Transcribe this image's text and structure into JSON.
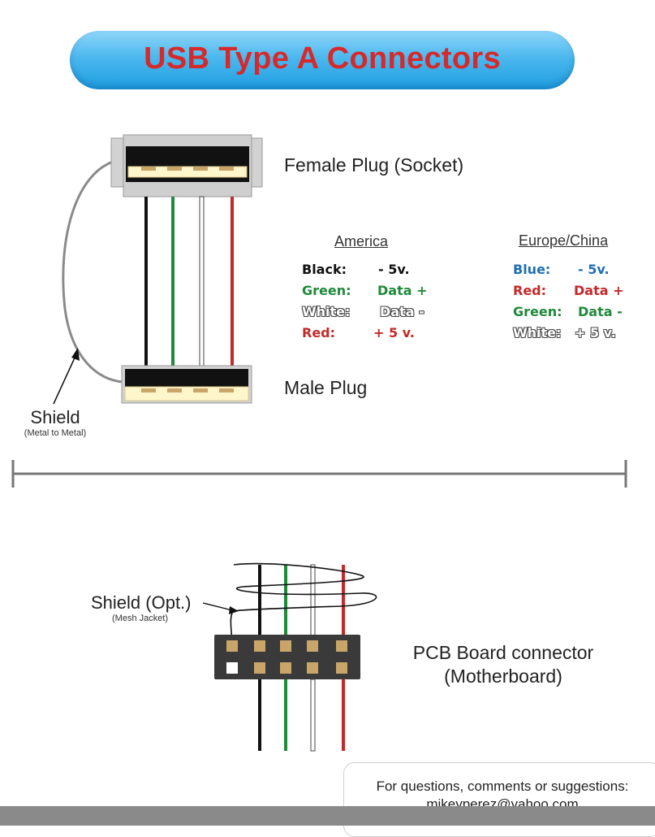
{
  "title": "USB Type A Connectors",
  "female_plug_label": "Female Plug (Socket)",
  "male_plug_label": "Male Plug",
  "shield": {
    "label": "Shield",
    "note": "(Metal to Metal)"
  },
  "america": {
    "heading": "America",
    "rows": [
      {
        "color_name": "Black:",
        "signal": "- 5v.",
        "color": "#111111"
      },
      {
        "color_name": "Green:",
        "signal": "Data +",
        "color": "#1f8a3a"
      },
      {
        "color_name": "White:",
        "signal": "Data -",
        "color": "#ffffff"
      },
      {
        "color_name": "Red:",
        "signal": "+ 5 v.",
        "color": "#c62828"
      }
    ]
  },
  "europe": {
    "heading": "Europe/China",
    "rows": [
      {
        "color_name": "Blue:",
        "signal": "- 5v.",
        "color": "#1f6fb2"
      },
      {
        "color_name": "Red:",
        "signal": "Data +",
        "color": "#c62828"
      },
      {
        "color_name": "Green:",
        "signal": "Data -",
        "color": "#1f8a3a"
      },
      {
        "color_name": "White:",
        "signal": "+ 5 v.",
        "color": "#ffffff"
      }
    ]
  },
  "pcb_shield": {
    "label": "Shield (Opt.)",
    "note": "(Mesh Jacket)"
  },
  "pcb_label": {
    "line1": "PCB Board connector",
    "line2": "(Motherboard)"
  },
  "contact": {
    "line1": "For questions, comments or suggestions:",
    "line2": "mikeyperez@yahoo.com"
  },
  "colors": {
    "title_text": "#d62a2a",
    "wire_black": "#111111",
    "wire_green": "#1f8a3a",
    "wire_white": "#ffffff",
    "wire_red": "#c62828",
    "pin_gold": "#c9a56a",
    "pin_cream": "#fff6cc"
  }
}
